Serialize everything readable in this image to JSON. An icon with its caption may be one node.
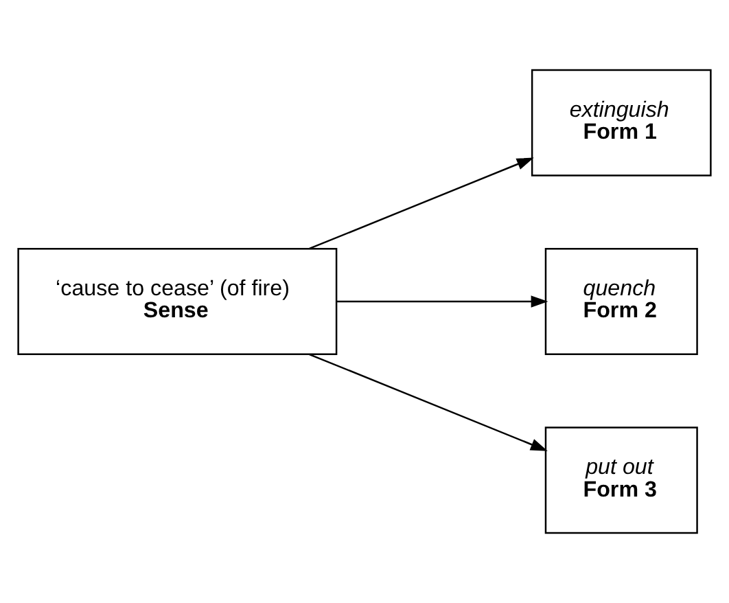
{
  "diagram": {
    "nodes": [
      {
        "text": [
          "‘cause to cease’ (of fire)",
          "Sense"
        ]
      },
      {
        "text": [
          "extinguish",
          "Form 1"
        ]
      },
      {
        "text": [
          "quench",
          "Form 2"
        ]
      },
      {
        "text": [
          "put out",
          "Form 3"
        ]
      }
    ],
    "edges": [
      {
        "from": 0,
        "to": 1,
        "arrow": "to"
      },
      {
        "from": 0,
        "to": 2,
        "arrow": "to"
      },
      {
        "from": 0,
        "to": 3,
        "arrow": "to"
      }
    ]
  }
}
